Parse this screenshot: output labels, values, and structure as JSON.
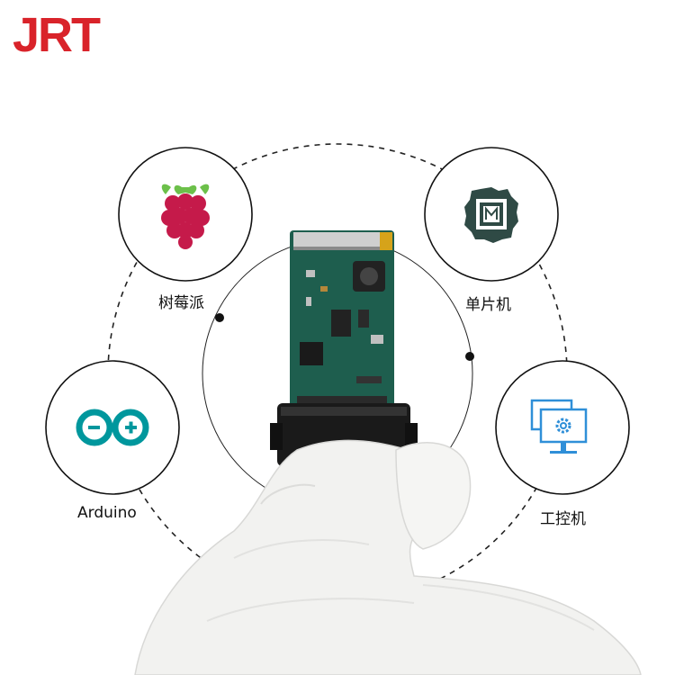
{
  "brand": {
    "logo_text": "JRT",
    "logo_color": "#d9232a"
  },
  "nodes": [
    {
      "id": "raspberry-pi",
      "label": "树莓派",
      "icon": "raspberry-icon"
    },
    {
      "id": "mcu",
      "label": "单片机",
      "icon": "chip-icon"
    },
    {
      "id": "arduino",
      "label": "Arduino",
      "icon": "arduino-icon"
    },
    {
      "id": "ipc",
      "label": "工控机",
      "icon": "monitor-gear-icon"
    }
  ],
  "colors": {
    "raspberry": "#c51a4a",
    "raspberry_leaf": "#6cc04a",
    "arduino": "#00979d",
    "chip": "#2f4a45",
    "monitor": "#2f8fd8",
    "pcb": "#1e5e4e",
    "glove": "#f2f2f0"
  }
}
